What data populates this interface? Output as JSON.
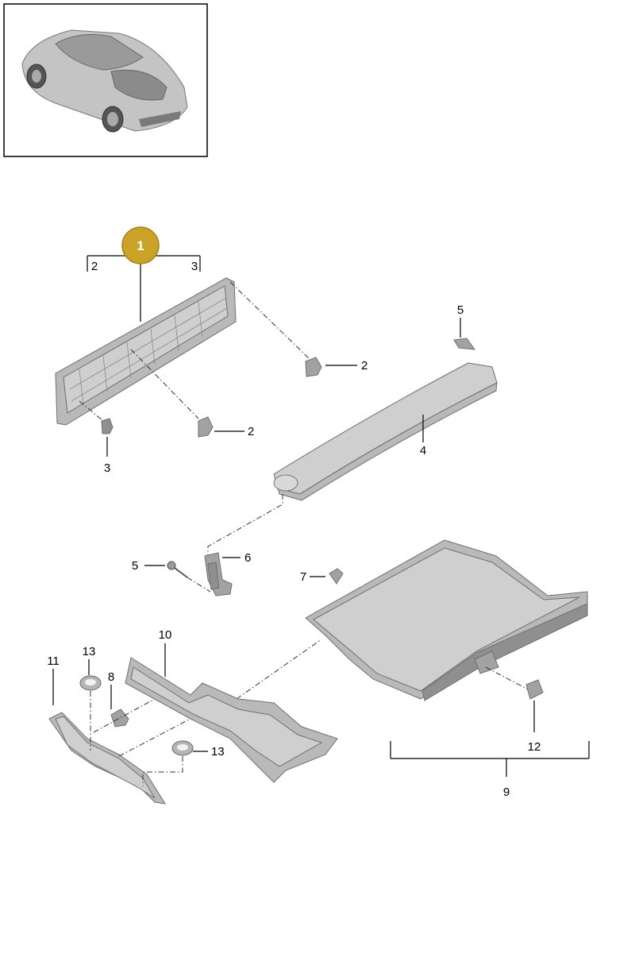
{
  "callouts": {
    "assembly": "1",
    "sub_left": "2",
    "sub_right": "3",
    "clip_upper": "2",
    "clip_lower": "2",
    "clip_small": "3",
    "trim_strip": "4",
    "clip_top": "5",
    "screw": "5",
    "bracket": "6",
    "rivet": "7",
    "grommet_clip": "8",
    "floor_mat": "9",
    "carpet_part": "10",
    "side_trim": "11",
    "clip_right": "12",
    "grommet_top": "13",
    "grommet_bottom": "13"
  },
  "colors": {
    "badge": "#c9a227",
    "part_gray": "#b9b9b9",
    "line": "#000000"
  }
}
